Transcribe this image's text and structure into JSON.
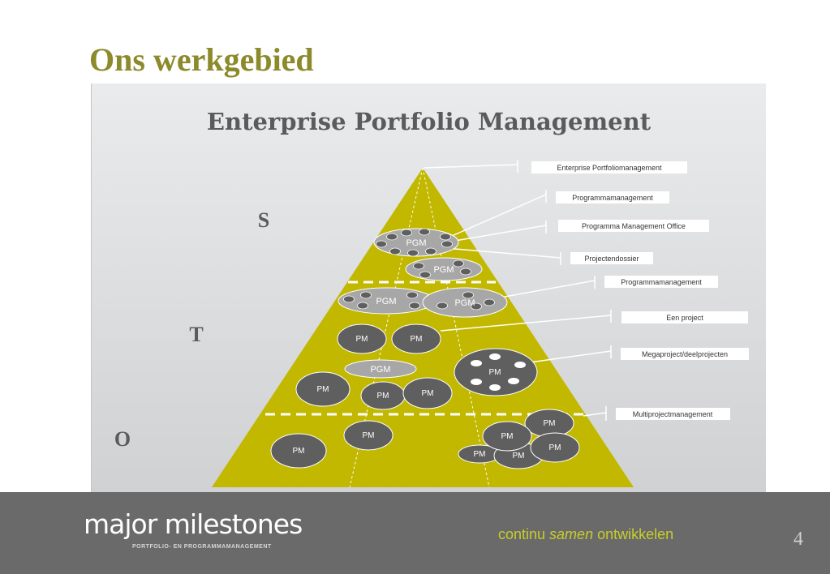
{
  "slide": {
    "title": "Ons werkgebied",
    "page_number": "4"
  },
  "diagram": {
    "title": "Enterprise Portfolio Management",
    "levels": [
      "S",
      "T",
      "O"
    ],
    "callouts": [
      "Enterprise Portfoliomanagement",
      "Programmamanagement",
      "Programma Management Office",
      "Projectendossier",
      "Programmamanagement",
      "Een project",
      "Megaproject/deelprojecten",
      "Multiprojectmanagement"
    ],
    "node_labels": {
      "pgm": "PGM",
      "pm": "PM"
    }
  },
  "footer": {
    "logo": "major milestones",
    "logo_subtitle": "PORTFOLIO- EN PROGRAMMAMANAGEMENT",
    "tagline_part1": "continu ",
    "tagline_part2": "samen",
    "tagline_part3": " ontwikkelen"
  },
  "colors": {
    "title": "#8c8a2a",
    "pyramid": "#c2b800",
    "footer": "#6a6a6a",
    "tagline": "#c8cd2a",
    "node_dark": "#5f5f5f",
    "node_light": "#a7a7a7"
  }
}
